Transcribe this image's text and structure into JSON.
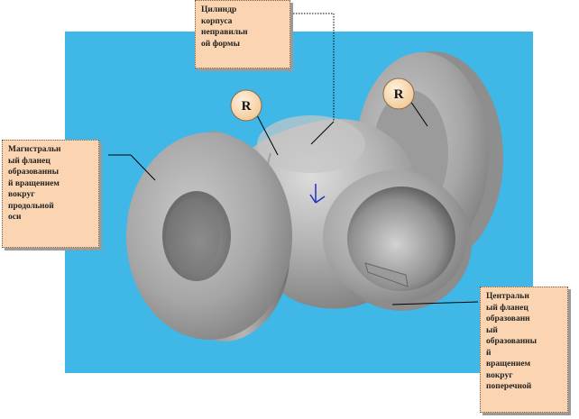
{
  "callouts": {
    "top": "Цилиндр\nкорпуса\nнеправильн\nой формы",
    "left": "Магистральн\nый фланец\nобразованны\nй вращением\nвокруг\nпродольной\nоси",
    "right": "Центральн\nый фланец\nобразованн\nый\nобразованны\nй\nвращением\nвокруг\nпоперечной"
  },
  "markers": {
    "r1": "R",
    "r2": "R"
  },
  "colors": {
    "background": "#3fb7e7",
    "part": "#a9a9a9",
    "callout_fill": "#fbd5b1"
  }
}
